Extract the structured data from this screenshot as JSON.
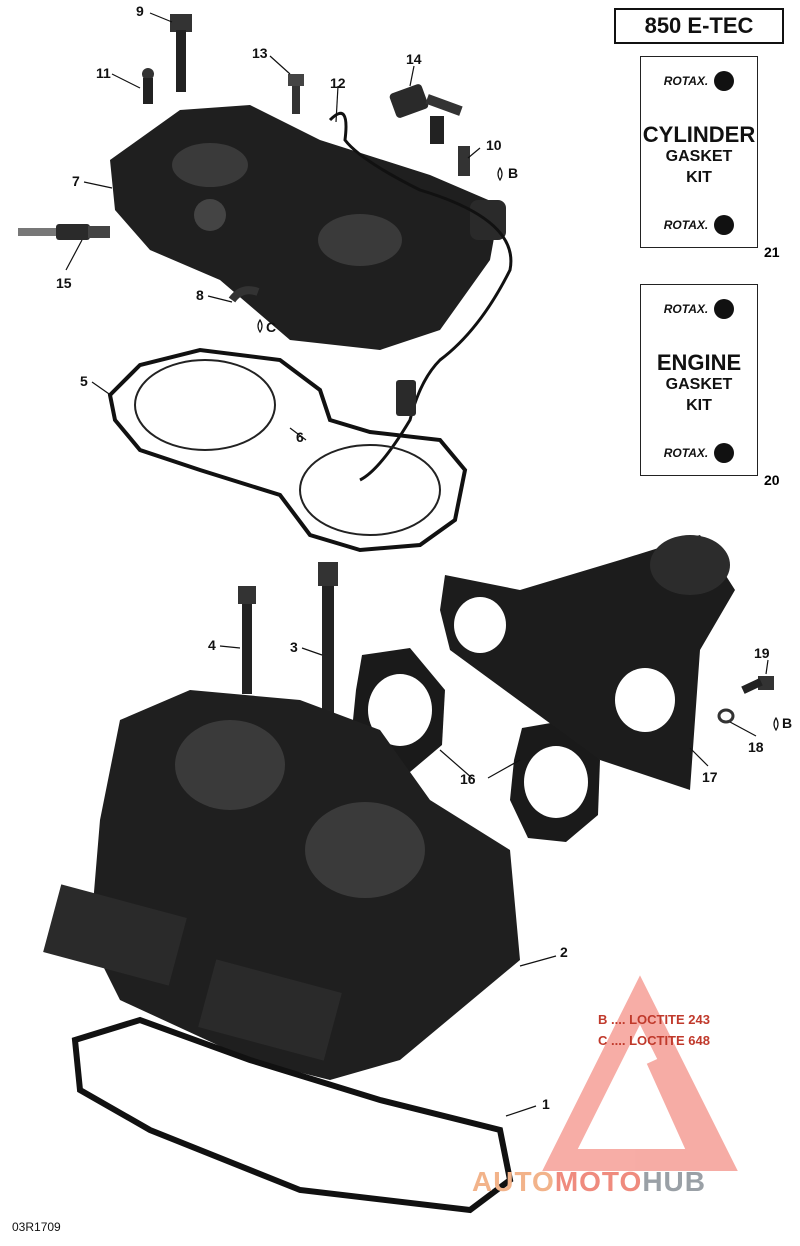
{
  "model_label": "850 E-TEC",
  "kits": [
    {
      "brand": "ROTAX.",
      "line1": "CYLINDER",
      "line2": "GASKET",
      "line3": "KIT",
      "number": "21"
    },
    {
      "brand": "ROTAX.",
      "line1": "ENGINE",
      "line2": "GASKET",
      "line3": "KIT",
      "number": "20"
    }
  ],
  "callouts": [
    "1",
    "2",
    "3",
    "4",
    "5",
    "6",
    "7",
    "8",
    "9",
    "10",
    "11",
    "12",
    "13",
    "14",
    "15",
    "16",
    "17",
    "18",
    "19"
  ],
  "sealant_markers": {
    "b": "B",
    "c": "C"
  },
  "legend": [
    {
      "key": "B",
      "dots": " .... ",
      "product": "LOCTITE 243"
    },
    {
      "key": "C",
      "dots": " .... ",
      "product": "LOCTITE 648"
    }
  ],
  "reference_code": "03R1709",
  "watermark": {
    "part1": "AUTO",
    "part2": "MOTO",
    "part3": "HUB"
  },
  "colors": {
    "part_fill": "#1f1f1f",
    "part_highlight": "#3a3a3a",
    "legend": "#c0392b",
    "watermark_triangle": "#f06a5c"
  }
}
